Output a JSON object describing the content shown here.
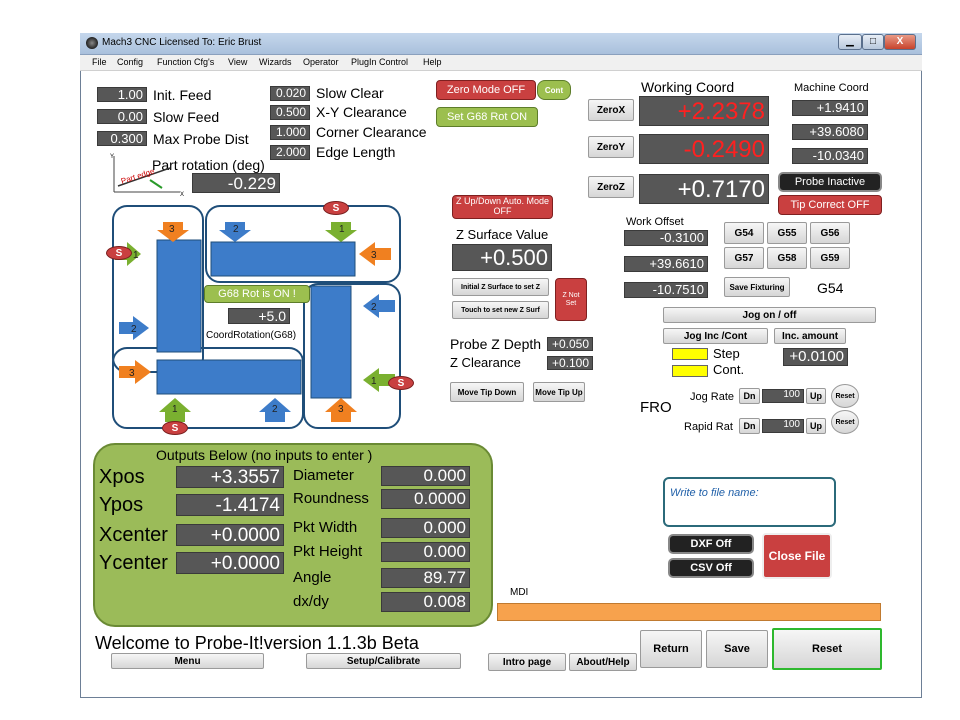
{
  "window": {
    "title": "Mach3 CNC  Licensed To: Eric Brust",
    "controls": {
      "minimize": "▁",
      "maximize": "□",
      "close": "X"
    }
  },
  "menu": [
    "File",
    "Config",
    "Function Cfg's",
    "View",
    "Wizards",
    "Operator",
    "PlugIn Control",
    "Help"
  ],
  "params_left": [
    {
      "value": "1.00",
      "label": "Init. Feed"
    },
    {
      "value": "0.00",
      "label": "Slow Feed"
    },
    {
      "value": "0.300",
      "label": "Max Probe Dist"
    }
  ],
  "params_mid": [
    {
      "value": "0.020",
      "label": "Slow Clear"
    },
    {
      "value": "0.500",
      "label": "X-Y Clearance"
    },
    {
      "value": "1.000",
      "label": "Corner Clearance"
    },
    {
      "value": "2.000",
      "label": "Edge Length"
    }
  ],
  "rotation": {
    "label": "Part rotation (deg)",
    "value": "-0.229",
    "icon_text": "Part edge",
    "axis_y": "Y",
    "axis_x": "X"
  },
  "modes": {
    "zero_mode": "Zero Mode OFF",
    "cont": "Cont",
    "set_g68": "Set G68 Rot ON"
  },
  "working_coord": {
    "title": "Working Coord",
    "rows": [
      {
        "button": "ZeroX",
        "value": "+2.2378",
        "color": "#ff2020"
      },
      {
        "button": "ZeroY",
        "value": "-0.2490",
        "color": "#ff2020"
      },
      {
        "button": "ZeroZ",
        "value": "+0.7170",
        "color": "#ffffff"
      }
    ]
  },
  "machine_coord": {
    "title": "Machine Coord",
    "values": [
      "+1.9410",
      "+39.6080",
      "-10.0340"
    ]
  },
  "probe_inactive": "Probe Inactive",
  "tip_correct": "Tip Correct OFF",
  "diagram": {
    "s_label": "S",
    "g68_status": "G68 Rot is ON !",
    "g68_value": "+5.0",
    "coord_rotation": "CoordRotation(G68)",
    "arrow_numbers": [
      "1",
      "2",
      "3"
    ]
  },
  "z_controls": {
    "updown": "Z Up/Down Auto. Mode OFF",
    "surface_label": "Z Surface Value",
    "surface_value": "+0.500",
    "initial_btn": "Initial Z Surface to set Z",
    "touch_btn": "Touch to set new Z Surf",
    "z_not_set": "Z Not Set",
    "probe_depth_label": "Probe Z Depth",
    "probe_depth_value": "+0.050",
    "clearance_label": "Z Clearance",
    "clearance_value": "+0.100",
    "move_down": "Move Tip Down",
    "move_up": "Move Tip Up"
  },
  "work_offset": {
    "title": "Work Offset",
    "values": [
      "-0.3100",
      "+39.6610",
      "-10.7510"
    ]
  },
  "fixtures": {
    "buttons": [
      "G54",
      "G55",
      "G56",
      "G57",
      "G58",
      "G59"
    ],
    "save": "Save Fixturing",
    "current": "G54"
  },
  "jog": {
    "toggle": "Jog on / off",
    "inc_cont": "Jog Inc /Cont",
    "inc_amount_label": "Inc. amount",
    "inc_amount": "+0.0100",
    "step": "Step",
    "cont": "Cont."
  },
  "fro": {
    "label": "FRO",
    "jog_rate": "Jog Rate",
    "rapid_rate": "Rapid Rat",
    "dn": "Dn",
    "up": "Up",
    "jog_value": "100",
    "rapid_value": "100",
    "reset": "Reset"
  },
  "outputs": {
    "title": "Outputs Below (no inputs to enter )",
    "left": [
      {
        "label": "Xpos",
        "value": "+3.3557"
      },
      {
        "label": "Ypos",
        "value": "-1.4174"
      },
      {
        "label": "Xcenter",
        "value": "+0.0000"
      },
      {
        "label": "Ycenter",
        "value": "+0.0000"
      }
    ],
    "right": [
      {
        "label": "Diameter",
        "value": "0.000"
      },
      {
        "label": "Roundness",
        "value": "0.0000"
      },
      {
        "label": "Pkt Width",
        "value": "0.000"
      },
      {
        "label": "Pkt Height",
        "value": "0.000"
      },
      {
        "label": "Angle",
        "value": "89.77"
      },
      {
        "label": "dx/dy",
        "value": "0.008"
      }
    ]
  },
  "file": {
    "write_label": "Write to file name:",
    "dxf": "DXF Off",
    "csv": "CSV Off",
    "close": "Close File"
  },
  "mdi_label": "MDI",
  "footer": {
    "welcome": "Welcome to Probe-It!version 1.1.3b Beta",
    "menu": "Menu",
    "setup": "Setup/Calibrate",
    "intro": "Intro page",
    "about": "About/Help",
    "return": "Return",
    "save": "Save",
    "reset": "Reset"
  },
  "colors": {
    "lcd_bg": "#575757",
    "outputs_bg": "#9bbb59",
    "red_button": "#c94040",
    "blue_block": "#3d7cc9",
    "mdi_bar": "#f7a24d"
  }
}
